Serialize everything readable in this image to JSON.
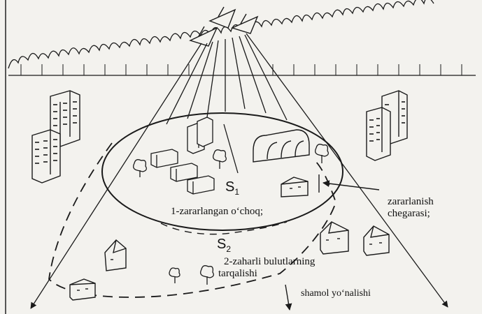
{
  "labels": {
    "s1_main": "S",
    "s1_sub": "1",
    "s2_main": "S",
    "s2_sub": "2",
    "zone_label": "1-zararlangan o‘choq;",
    "cloud_label_line1": "2-zaharli bulutlarning",
    "cloud_label_line2": "tarqalishi",
    "boundary_label_line1": "zararlanish",
    "boundary_label_line2": "chegarasi;",
    "wind_label": "shamol  yo‘nalishi"
  },
  "icons": {
    "aircraft": "airplane-icon",
    "tree": "tree-icon",
    "building": "building-icon",
    "house": "house-icon",
    "greenhouse": "greenhouse-icon"
  },
  "colors": {
    "ink": "#1a1a1a",
    "paper": "#f3f2ee"
  }
}
